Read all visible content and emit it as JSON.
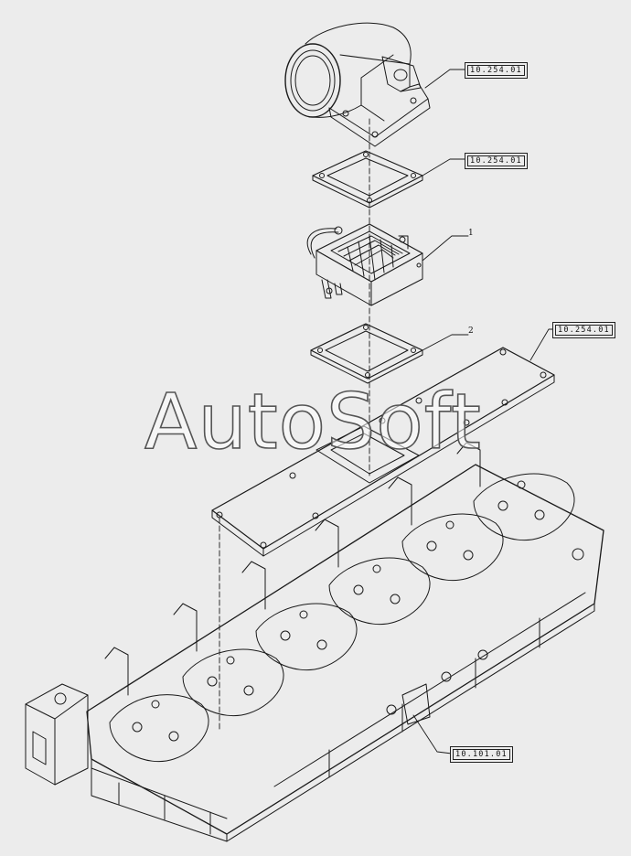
{
  "watermark": "AutoSoft",
  "callouts": [
    {
      "id": "ref-top",
      "label": "10.254.01"
    },
    {
      "id": "ref-gasket-upper",
      "label": "10.254.01"
    },
    {
      "id": "part-1",
      "label": "1"
    },
    {
      "id": "part-2",
      "label": "2"
    },
    {
      "id": "ref-manifold",
      "label": "10.254.01"
    },
    {
      "id": "ref-head",
      "label": "10.101.01"
    }
  ],
  "colors": {
    "line": "#1a1a1a",
    "background": "#ececec"
  }
}
